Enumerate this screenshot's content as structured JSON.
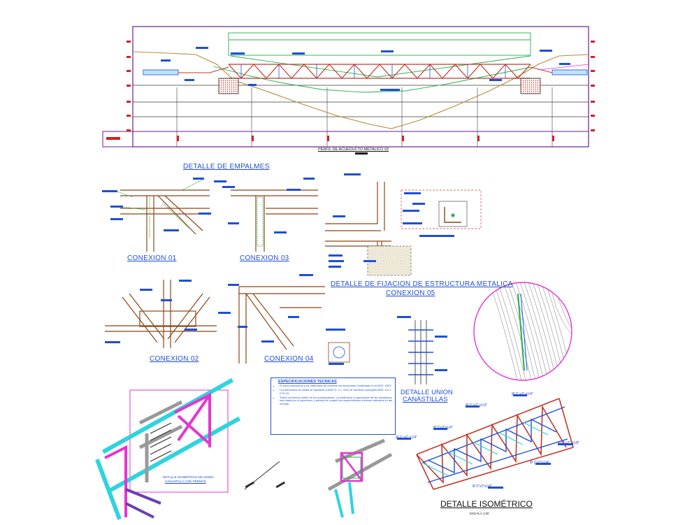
{
  "profile": {
    "title": "PERFIL DE ACUEDUCTO METALICO 02"
  },
  "details": {
    "empalmes_title": "DETALLE DE EMPALMES",
    "conexion_01": "CONEXION 01",
    "conexion_02": "CONEXION 02",
    "conexion_03": "CONEXION 03",
    "conexion_04": "CONEXION 04",
    "conexion_05": "CONEXION 05",
    "fijacion_title": "DETALLE DE FIJACION DE ESTRUCTURA METALICA",
    "union_title_line1": "DETALLE UNION",
    "union_title_line2": "CANASTILLAS"
  },
  "specs": {
    "heading": "ESPECIFICACIONES TECNICAS",
    "items": [
      "El acero estructural y los materiales de conexión se encuentran contenidas en el AISC. 5302",
      "Los electrodos de soldar se ajustarán a AWS D. 1.1- Arco de electrodo protegido AWS. A 5.1- E70-XX",
      "Todos los pernos deben de ser autoanclantes. La verificación y aprobación de las soldaduras será dada por el supervisor, y deberá de cumplir los requerimientos mínimos indicados en las normas."
    ]
  },
  "iso_union": {
    "caption_line1": "DETALLE ISOMÉTRICO DE UNIÓN",
    "caption_line2": "CANASTILLA CON PERNOS"
  },
  "iso_main": {
    "title": "DETALLE ISOMÉTRICO",
    "scale": "ESCALA 1:50",
    "member_tags": [
      "Ø 2\" x2\" x1/4\"",
      "Ø 2\" x2\" x1/4\"",
      "Ø 2\"x2\"x1/4\"",
      "Ø 2\" x2\" x1/4\"",
      "Ø 2\" x2\" x1/8\"",
      "Ø 2\"x2\"x1/4\"",
      "Ø 2\"x2\"x1/4\""
    ]
  },
  "colors": {
    "truss": "#c0392b",
    "note_bar": "#1f4fd8",
    "leader": "#22b14c",
    "frame": "#6a1b9a",
    "magenta": "#e535d0",
    "cyan": "#2fd3e0",
    "terrain": "#b88a3a",
    "steel": "#8b4513"
  }
}
